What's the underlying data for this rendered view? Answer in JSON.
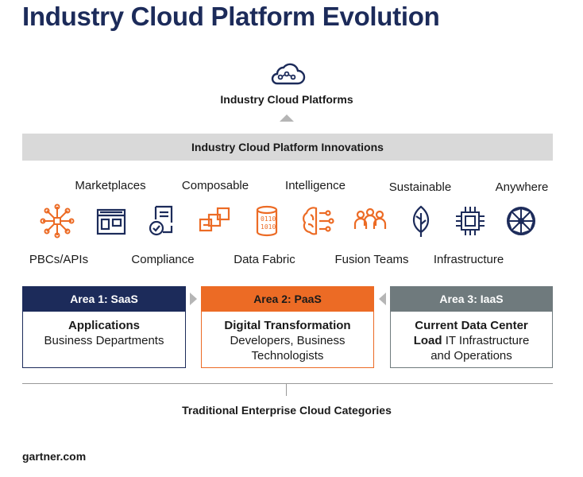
{
  "title": "Industry Cloud Platform Evolution",
  "top": {
    "icon": "cloud-network-icon",
    "label": "Industry Cloud Platforms"
  },
  "innovations_bar": "Industry Cloud Platform Innovations",
  "innovations": {
    "top_labels": [
      "Marketplaces",
      "Composable",
      "Intelligence",
      "Sustainable",
      "Anywhere"
    ],
    "bottom_labels": [
      "PBCs/APIs",
      "Compliance",
      "Data Fabric",
      "Fusion Teams",
      "Infrastructure"
    ],
    "icons": [
      "pbc-api-hub-icon",
      "marketplace-storefront-icon",
      "compliance-document-icon",
      "composable-blocks-icon",
      "data-fabric-database-icon",
      "intelligence-brain-icon",
      "fusion-team-people-icon",
      "sustainable-leaf-icon",
      "infrastructure-chip-icon",
      "anywhere-globe-network-icon"
    ],
    "icon_color": "#ec6b25"
  },
  "areas": [
    {
      "header": "Area 1: SaaS",
      "color": "#1c2b5a",
      "line1_bold": "Applications",
      "line1_rest": "",
      "line2": "Business Departments",
      "line3": ""
    },
    {
      "header": "Area 2: PaaS",
      "color": "#ec6b25",
      "line1_bold": "Digital Transformation",
      "line1_rest": "",
      "line2": "Developers, Business",
      "line3": "Technologists"
    },
    {
      "header": "Area 3: IaaS",
      "color": "#6f7a7d",
      "line1_bold": "Current Data Center",
      "line1_rest": "",
      "line2_bold": "Load",
      "line2": " IT Infrastructure",
      "line3": "and Operations"
    }
  ],
  "bottom_label": "Traditional Enterprise Cloud Categories",
  "footer": "gartner.com"
}
